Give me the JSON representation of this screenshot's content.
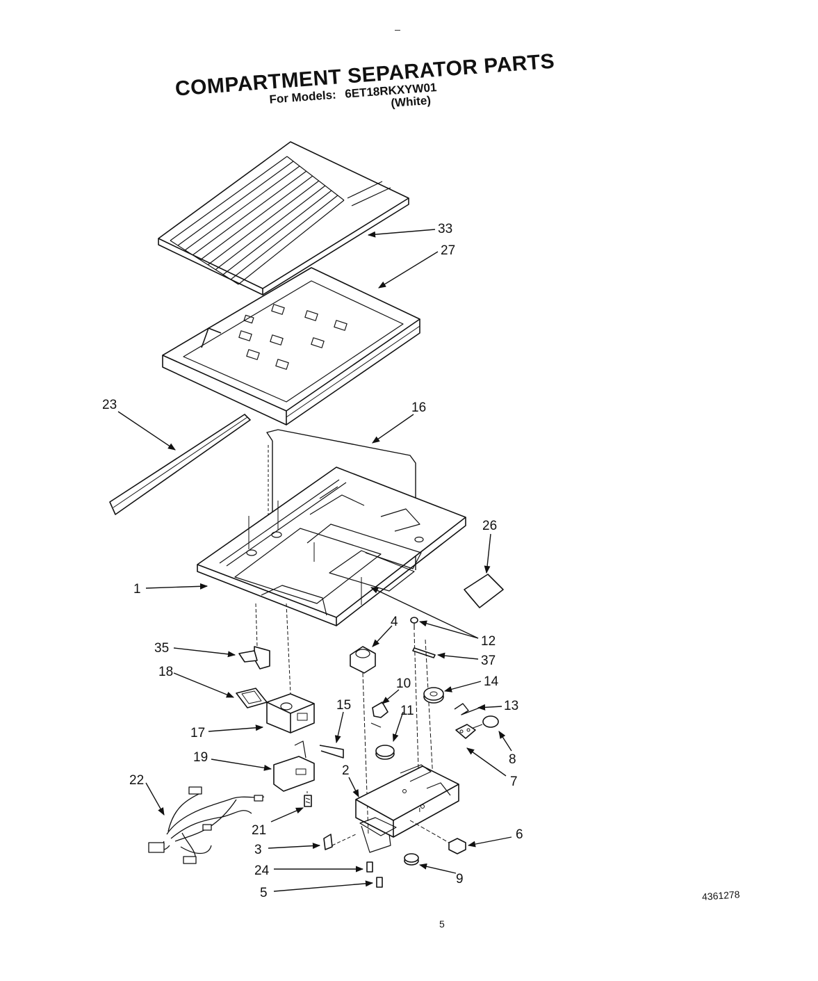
{
  "header": {
    "title": "COMPARTMENT SEPARATOR PARTS",
    "models_label": "For Models:",
    "model_number": "6ET18RKXYW01",
    "finish": "(White)"
  },
  "callouts": {
    "c1": "1",
    "c2": "2",
    "c3": "3",
    "c4": "4",
    "c5": "5",
    "c6": "6",
    "c7": "7",
    "c8": "8",
    "c9": "9",
    "c10": "10",
    "c11": "11",
    "c12": "12",
    "c13": "13",
    "c14": "14",
    "c15": "15",
    "c16": "16",
    "c17": "17",
    "c18": "18",
    "c19": "19",
    "c21": "21",
    "c22": "22",
    "c23": "23",
    "c24": "24",
    "c26": "26",
    "c27": "27",
    "c33": "33",
    "c35": "35",
    "c37": "37"
  },
  "footer": {
    "document_number": "4361278",
    "page_number": "5"
  }
}
